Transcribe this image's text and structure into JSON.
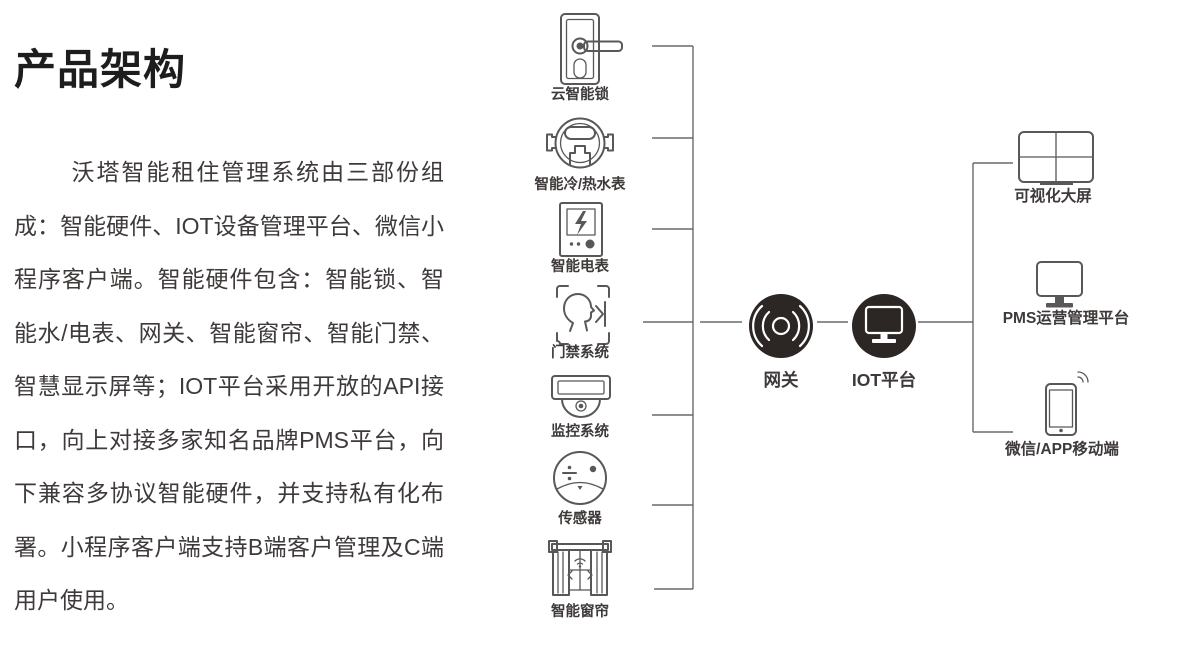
{
  "header": {
    "title": "产品架构"
  },
  "intro": {
    "paragraph": "沃塔智能租住管理系统由三部份组成：智能硬件、IOT设备管理平台、微信小程序客户端。智能硬件包含：智能锁、智能水/电表、网关、智能窗帘、智能门禁、智慧显示屏等；IOT平台采用开放的API接口，向上对接多家知名品牌PMS平台，向下兼容多协议智能硬件，并支持私有化布署。小程序客户端支持B端客户管理及C端用户使用。"
  },
  "diagram": {
    "devices": [
      {
        "label": "云智能锁",
        "icon": "door-lock-icon"
      },
      {
        "label": "智能冷/热水表",
        "icon": "water-meter-icon"
      },
      {
        "label": "智能电表",
        "icon": "electric-meter-icon"
      },
      {
        "label": "门禁系统",
        "icon": "face-access-icon"
      },
      {
        "label": "监控系统",
        "icon": "cctv-camera-icon"
      },
      {
        "label": "传感器",
        "icon": "sensor-icon"
      },
      {
        "label": "智能窗帘",
        "icon": "smart-curtain-icon"
      }
    ],
    "hub": {
      "gateway": {
        "label": "网关",
        "icon": "wireless-signal-icon"
      },
      "iot": {
        "label": "IOT平台",
        "icon": "monitor-screen-icon"
      }
    },
    "clients": [
      {
        "label": "可视化大屏",
        "icon": "video-wall-icon"
      },
      {
        "label": "PMS运营管理平台",
        "icon": "desktop-monitor-icon"
      },
      {
        "label": "微信/APP移动端",
        "icon": "smartphone-wifi-icon"
      }
    ]
  },
  "colors": {
    "line": "#6b6a6a",
    "icon_stroke": "#595757",
    "text": "#3e3a39",
    "title": "#1d1d1d",
    "hub_fill": "#2c2624",
    "bg": "#ffffff"
  }
}
